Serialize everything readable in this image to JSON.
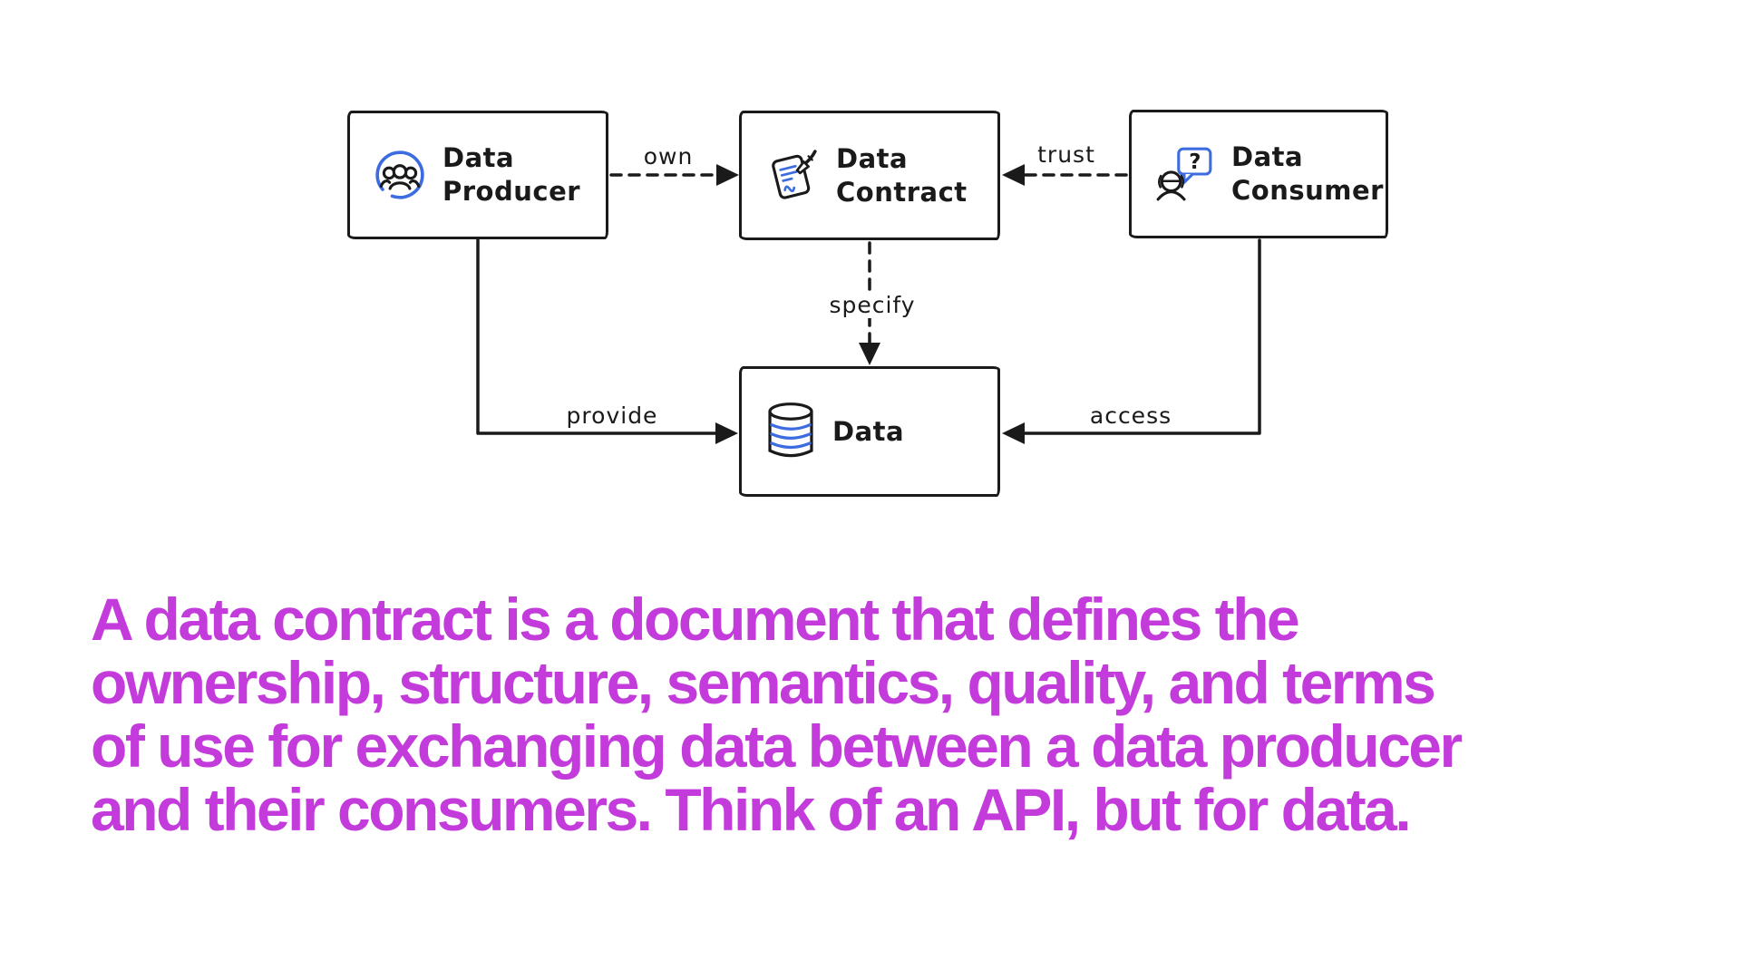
{
  "diagram": {
    "nodes": [
      {
        "id": "data-producer",
        "label_line1": "Data",
        "label_line2": "Producer",
        "icon": "users-circle-icon"
      },
      {
        "id": "data-contract",
        "label_line1": "Data",
        "label_line2": "Contract",
        "icon": "signed-document-icon"
      },
      {
        "id": "data-consumer",
        "label_line1": "Data",
        "label_line2": "Consumer",
        "icon": "person-question-icon"
      },
      {
        "id": "data",
        "label_line1": "Data",
        "label_line2": "",
        "icon": "database-icon"
      }
    ],
    "edges": [
      {
        "label": "own",
        "from": "data-producer",
        "to": "data-contract",
        "line": "dashed"
      },
      {
        "label": "trust",
        "from": "data-consumer",
        "to": "data-contract",
        "line": "dashed"
      },
      {
        "label": "specify",
        "from": "data-contract",
        "to": "data",
        "line": "dashed"
      },
      {
        "label": "provide",
        "from": "data-producer",
        "to": "data",
        "line": "solid"
      },
      {
        "label": "access",
        "from": "data-consumer",
        "to": "data",
        "line": "solid"
      }
    ],
    "icon_glyphs": {
      "question_mark": "?"
    }
  },
  "caption": {
    "lines": [
      "A data contract is a document that defines the",
      "ownership, structure, semantics, quality, and terms",
      "of use for exchanging data between a data producer",
      "and their consumers. Think of an API, but for data."
    ],
    "color": "#c33bdb"
  },
  "colors": {
    "stroke_black": "#1a1a1a",
    "accent_blue": "#3d6ce0",
    "background": "#ffffff"
  }
}
